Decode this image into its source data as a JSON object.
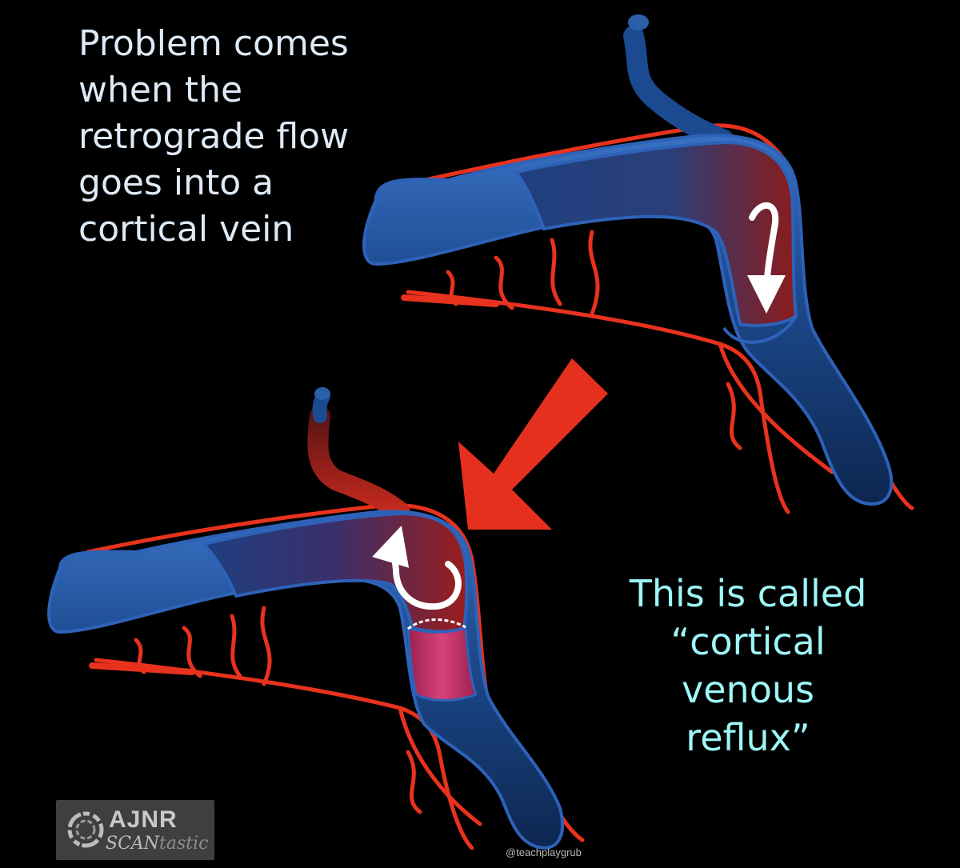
{
  "captions": {
    "top": [
      "Problem comes",
      "when the",
      "retrograde flow",
      "goes into a",
      "cortical vein"
    ],
    "bottom": [
      "This is called",
      "“cortical",
      "venous",
      "reflux”"
    ]
  },
  "logo": {
    "title": "AJNR",
    "sub_bold": "SCAN",
    "sub_light": "tastic"
  },
  "credit": "@teachplaygrub",
  "colors": {
    "background": "#000000",
    "top_caption": "#dfeaf7",
    "bottom_caption": "#9ff6f6",
    "vein_blue": "#1f4f96",
    "vein_edge": "#2e62b8",
    "artery_red": "#e8321e",
    "reflux_dark_red": "#8b1b1b",
    "occlusion_pink": "#d23a72",
    "big_arrow": "#e6301e",
    "flow_arrow": "#ffffff"
  },
  "icons": [
    "big-red-arrow",
    "flow-arrow",
    "ajnr-logo-mark"
  ]
}
